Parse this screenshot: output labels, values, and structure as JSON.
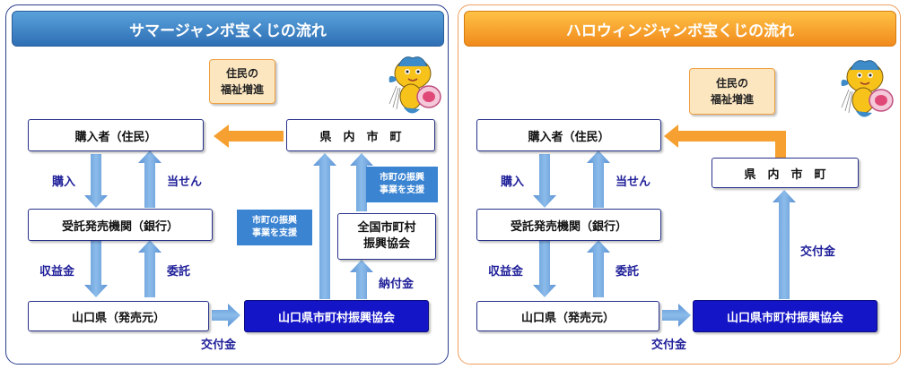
{
  "left": {
    "title": "サマージャンボ宝くじの流れ",
    "welfare": [
      "住民の",
      "福祉増進"
    ],
    "purchaser": "購入者（住民）",
    "bank": "受託発売機関（銀行）",
    "prefecture": "山口県（発売元）",
    "association": "山口県市町村振興協会",
    "municipalities": "県　内　市　町",
    "national": [
      "全国市町村",
      "振興協会"
    ],
    "note1": [
      "市町の振興",
      "事業を支援"
    ],
    "note2": [
      "市町の振興",
      "事業を支援"
    ],
    "labels": {
      "purchase": "購入",
      "win": "当せん",
      "revenue": "収益金",
      "entrust": "委託",
      "grant": "交付金",
      "payment": "納付金"
    }
  },
  "right": {
    "title": "ハロウィンジャンボ宝くじの流れ",
    "welfare": [
      "住民の",
      "福祉増進"
    ],
    "purchaser": "購入者（住民）",
    "bank": "受託発売機関（銀行）",
    "prefecture": "山口県（発売元）",
    "association": "山口県市町村振興協会",
    "municipalities": "県　内　市　町",
    "labels": {
      "purchase": "購入",
      "win": "当せん",
      "revenue": "収益金",
      "entrust": "委託",
      "grant_bottom": "交付金",
      "grant_up": "交付金"
    }
  },
  "colors": {
    "arrow_blue": "#6b9fd9",
    "arrow_orange": "#f5a623",
    "dark_box": "#1515c8"
  },
  "icons": [
    "mascot-icon"
  ]
}
